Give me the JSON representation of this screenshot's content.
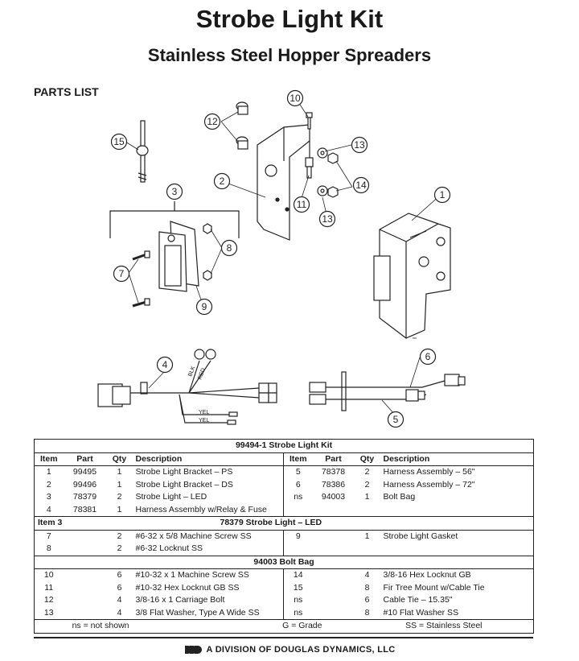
{
  "title": "Strobe Light Kit",
  "subtitle": "Stainless Steel Hopper Spreaders",
  "parts_heading": "PARTS LIST",
  "callouts": [
    "1",
    "2",
    "3",
    "4",
    "5",
    "6",
    "7",
    "8",
    "9",
    "10",
    "11",
    "12",
    "13",
    "14",
    "15"
  ],
  "wire_labels": {
    "blk": "BLK",
    "red": "RED",
    "yel1": "YEL",
    "yel2": "YEL"
  },
  "kits": [
    {
      "title": "99494-1  Strobe Light Kit",
      "header": [
        "Item",
        "Part",
        "Qty",
        "Description",
        "Item",
        "Part",
        "Qty",
        "Description"
      ],
      "rows": [
        [
          "1",
          "99495",
          "1",
          "Strobe Light Bracket – PS",
          "5",
          "78378",
          "2",
          "Harness Assembly – 56\""
        ],
        [
          "2",
          "99496",
          "1",
          "Strobe Light Bracket – DS",
          "6",
          "78386",
          "2",
          "Harness Assembly – 72\""
        ],
        [
          "3",
          "78379",
          "2",
          "Strobe Light – LED",
          "ns",
          "94003",
          "1",
          "Bolt Bag"
        ],
        [
          "4",
          "78381",
          "1",
          "Harness Assembly w/Relay & Fuse",
          "",
          "",
          "",
          ""
        ]
      ]
    },
    {
      "item_label": "Item 3",
      "title": "78379  Strobe Light – LED",
      "rows": [
        [
          "7",
          "",
          "2",
          "#6-32 x 5/8 Machine Screw SS",
          "9",
          "",
          "1",
          "Strobe Light Gasket"
        ],
        [
          "8",
          "",
          "2",
          "#6-32 Locknut SS",
          "",
          "",
          "",
          ""
        ]
      ]
    },
    {
      "title": "94003  Bolt Bag",
      "rows": [
        [
          "10",
          "",
          "6",
          "#10-32 x 1 Machine Screw SS",
          "14",
          "",
          "4",
          "3/8-16 Hex Locknut GB"
        ],
        [
          "11",
          "",
          "6",
          "#10-32 Hex Locknut GB SS",
          "15",
          "",
          "8",
          "Fir Tree Mount w/Cable Tie"
        ],
        [
          "12",
          "",
          "4",
          "3/8-16 x 1 Carriage Bolt",
          "ns",
          "",
          "6",
          "Cable Tie – 15.35\""
        ],
        [
          "13",
          "",
          "4",
          "3/8 Flat Washer, Type A Wide SS",
          "ns",
          "",
          "8",
          "#10 Flat Washer SS"
        ]
      ]
    }
  ],
  "footer": {
    "ns": "ns = not shown",
    "g": "G = Grade",
    "ss": "SS = Stainless Steel"
  },
  "division": "A DIVISION OF DOUGLAS DYNAMICS, LLC"
}
